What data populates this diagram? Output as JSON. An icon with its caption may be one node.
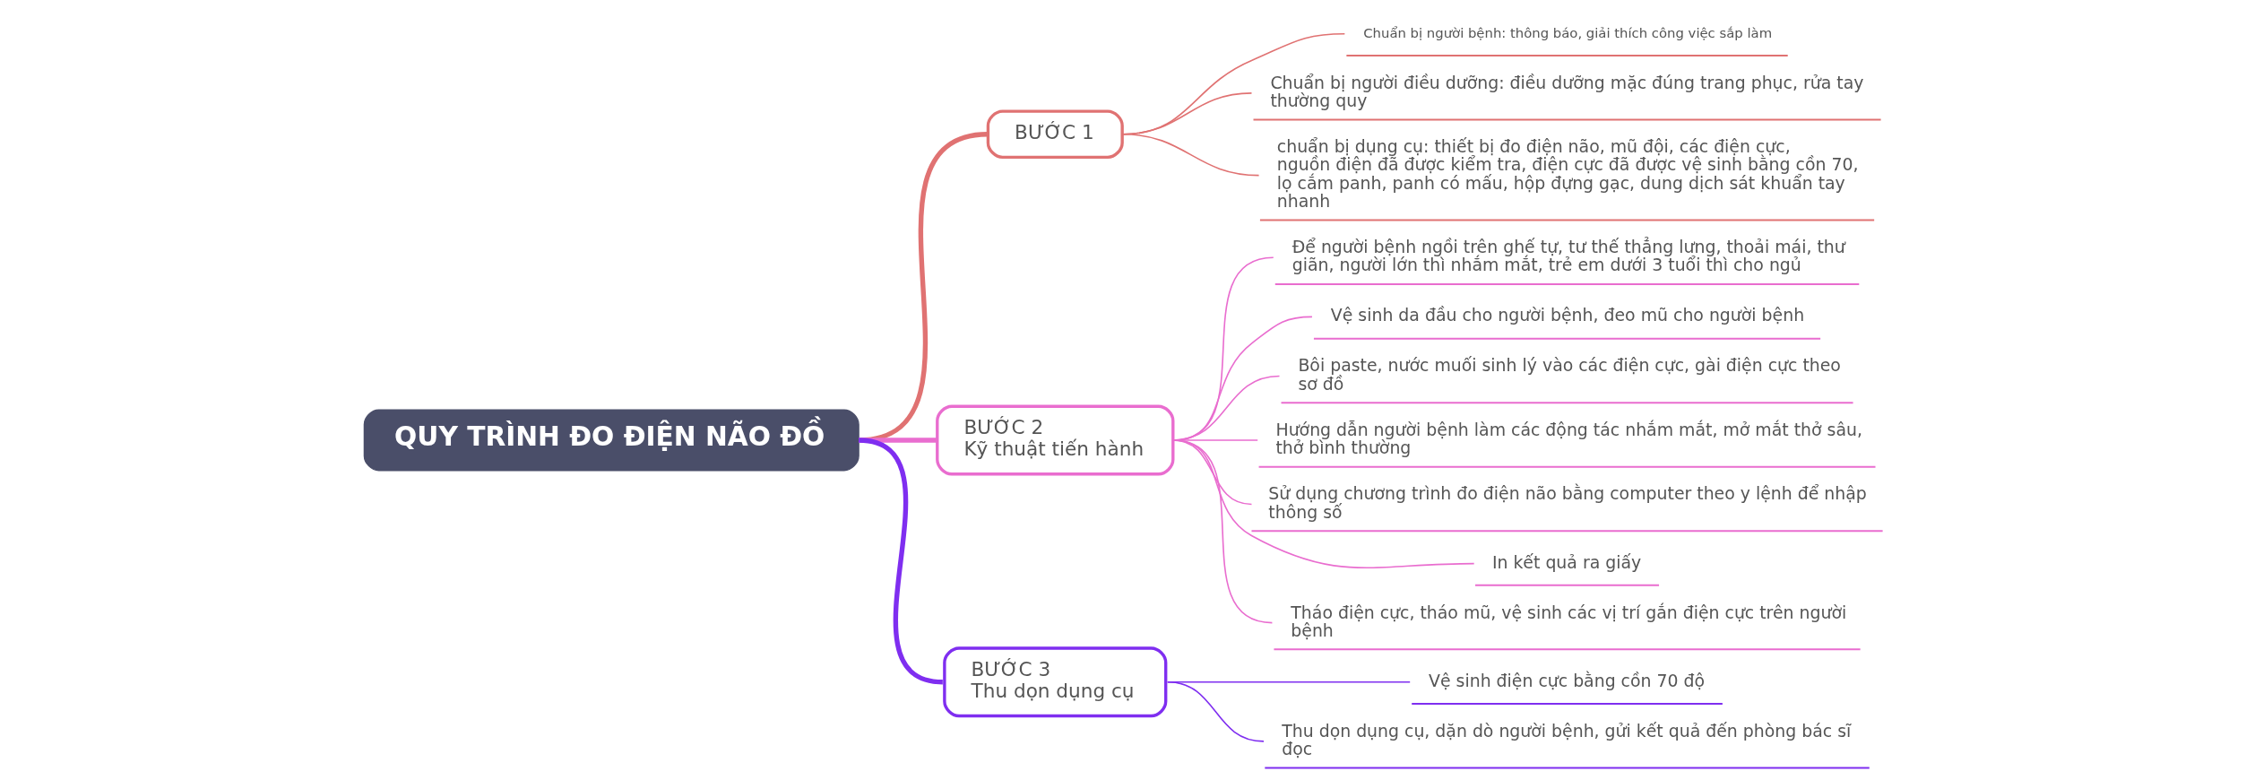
{
  "diagram": {
    "nodes": [
      {
        "text": [
          "QUY TRÌNH ĐO ĐIỆN NÃO ĐỒ"
        ]
      },
      {
        "text": [
          "BƯỚC 1"
        ]
      },
      {
        "text": [
          "Chuẩn bị người bệnh: thông báo, giải thích công việc sắp làm"
        ]
      },
      {
        "text": [
          "Chuẩn bị người điều dưỡng: điều dưỡng mặc đúng trang phục, rửa tay thường quy"
        ]
      },
      {
        "text": [
          "chuẩn bị dụng cụ: thiết bị đo điện não, mũ đội, các điện cực, nguồn điện đã được kiểm tra, điện cực đã được vệ sinh bằng cồn 70, lọ cắm panh, panh có mấu, hộp đựng gạc, dung dịch sát khuẩn tay nhanh"
        ]
      },
      {
        "text": [
          "BƯỚC 2",
          "Kỹ thuật tiến hành"
        ]
      },
      {
        "text": [
          "Để người bệnh ngồi trên ghế tự, tư thế thẳng lưng, thoải mái, thư giãn, người lớn thì nhắm mắt, trẻ em dưới 3 tuổi thì cho ngủ"
        ]
      },
      {
        "text": [
          "Vệ sinh da đầu cho người bệnh, đeo mũ cho người bệnh"
        ]
      },
      {
        "text": [
          "Bôi paste, nước muối sinh lý vào các điện cực, gài điện cực theo sơ đồ"
        ]
      },
      {
        "text": [
          "Hướng dẫn người bệnh làm các động tác nhắm mắt, mở mắt thở sâu, thở bình thường"
        ]
      },
      {
        "text": [
          "Sử dụng chương trình đo điện não bằng computer theo y lệnh để nhập thông số"
        ]
      },
      {
        "text": [
          "In kết quả ra giấy"
        ]
      },
      {
        "text": [
          "Tháo điện cực, tháo mũ, vệ sinh các vị trí gắn điện cực trên người bệnh"
        ]
      },
      {
        "text": [
          "BƯỚC 3",
          "Thu dọn dụng cụ"
        ]
      },
      {
        "text": [
          "Vệ sinh điện cực bằng cồn 70 độ"
        ]
      },
      {
        "text": [
          "Thu dọn dụng cụ, dặn dò người bệnh, gửi kết quả đến phòng bác sĩ đọc"
        ]
      }
    ],
    "edges": [
      {
        "from": 0,
        "to": 1,
        "arrow": "none",
        "style": "thick",
        "color": "#e07272"
      },
      {
        "from": 1,
        "to": 2,
        "arrow": "none",
        "color": "#e07272"
      },
      {
        "from": 1,
        "to": 3,
        "arrow": "none",
        "color": "#e07272"
      },
      {
        "from": 1,
        "to": 4,
        "arrow": "none",
        "color": "#e07272"
      },
      {
        "from": 0,
        "to": 5,
        "arrow": "none",
        "style": "thick"
      },
      {
        "from": 5,
        "to": 6,
        "arrow": "none"
      },
      {
        "from": 5,
        "to": 7,
        "arrow": "none"
      },
      {
        "from": 5,
        "to": 8,
        "arrow": "none"
      },
      {
        "from": 5,
        "to": 9,
        "arrow": "none"
      },
      {
        "from": 5,
        "to": 10,
        "arrow": "none"
      },
      {
        "from": 5,
        "to": 11,
        "arrow": "none"
      },
      {
        "from": 5,
        "to": 12,
        "arrow": "none"
      },
      {
        "from": 0,
        "to": 13,
        "arrow": "none",
        "style": "thick",
        "color": "#7f2ef0"
      },
      {
        "from": 13,
        "to": 14,
        "arrow": "none",
        "color": "#7f2ef0"
      },
      {
        "from": 13,
        "to": 15,
        "arrow": "none",
        "color": "#7f2ef0"
      }
    ]
  }
}
